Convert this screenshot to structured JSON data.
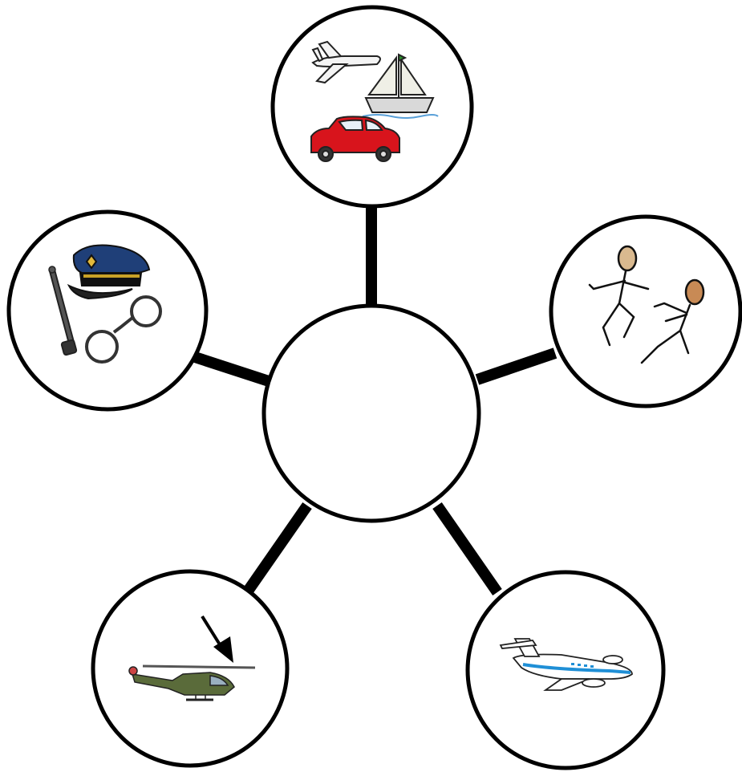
{
  "diagram": {
    "type": "hub-and-spoke",
    "center_label": "",
    "stroke_color": "#000000",
    "fill_color": "#ffffff",
    "nodes": [
      {
        "id": "transport",
        "icons": [
          "airplane-icon",
          "sailboat-icon",
          "car-icon"
        ]
      },
      {
        "id": "police",
        "icons": [
          "police-cap-icon",
          "baton-icon",
          "handcuffs-icon"
        ]
      },
      {
        "id": "fight",
        "icons": [
          "people-fighting-icon"
        ]
      },
      {
        "id": "helicopter",
        "icons": [
          "military-helicopter-icon",
          "down-arrow-icon"
        ]
      },
      {
        "id": "plane",
        "icons": [
          "passenger-plane-icon"
        ]
      }
    ],
    "colors": {
      "car": "#d8141c",
      "police_cap": "#1f3f78",
      "helicopter": "#5a6b3a",
      "plane_stripe": "#1f8fd6",
      "skin": "#d9b98f",
      "skin_dark": "#c88a55"
    }
  }
}
